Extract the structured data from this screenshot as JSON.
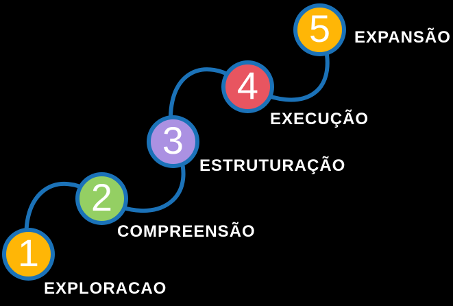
{
  "diagram": {
    "background_color": "#000000",
    "connector_color": "#1B72B8",
    "label_color": "#FFFFFF",
    "number_color": "#FFFFFF",
    "steps": [
      {
        "number": "1",
        "label": "EXPLORACAO",
        "fill_color": "#FFB606"
      },
      {
        "number": "2",
        "label": "COMPREENSÃO",
        "fill_color": "#94CF63"
      },
      {
        "number": "3",
        "label": "ESTRUTURAÇÃO",
        "fill_color": "#AB91E2"
      },
      {
        "number": "4",
        "label": "EXECUÇÃO",
        "fill_color": "#E85560"
      },
      {
        "number": "5",
        "label": "EXPANSÃO",
        "fill_color": "#FFB606"
      }
    ]
  }
}
